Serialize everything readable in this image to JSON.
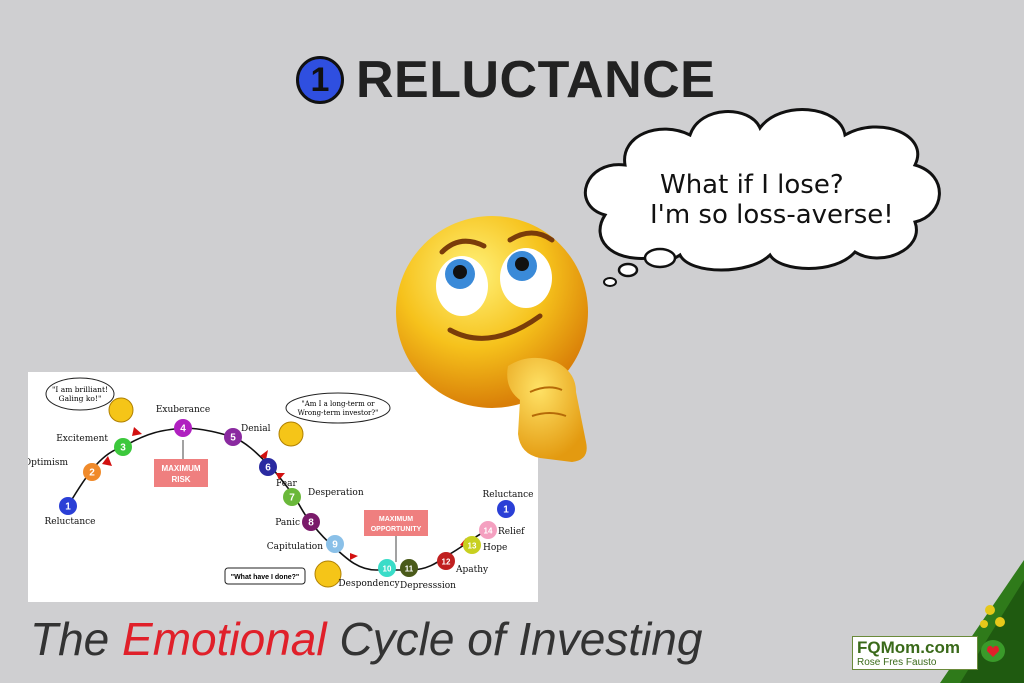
{
  "title": {
    "number": "1",
    "text": "RELUCTANCE"
  },
  "thought": {
    "line1": "What if I lose?",
    "line2": "I'm so loss-averse!"
  },
  "diagram": {
    "stages": [
      {
        "num": "1",
        "label": "Reluctance",
        "color": "#2a3fd6"
      },
      {
        "num": "2",
        "label": "Optimism",
        "color": "#f08a2a"
      },
      {
        "num": "3",
        "label": "Excitement",
        "color": "#3cc83c"
      },
      {
        "num": "4",
        "label": "Exuberance",
        "color": "#b020c0"
      },
      {
        "num": "5",
        "label": "Denial",
        "color": "#8a2aa0"
      },
      {
        "num": "6",
        "label": "Fear",
        "color": "#2a2aa0"
      },
      {
        "num": "7",
        "label": "Desperation",
        "color": "#6ab83a"
      },
      {
        "num": "8",
        "label": "Panic",
        "color": "#7a1a6a"
      },
      {
        "num": "9",
        "label": "Capitulation",
        "color": "#8ac0e8"
      },
      {
        "num": "10",
        "label": "Despondency",
        "color": "#3adcc8"
      },
      {
        "num": "11",
        "label": "Depresssion",
        "color": "#4a5a1a"
      },
      {
        "num": "12",
        "label": "Apathy",
        "color": "#c02020"
      },
      {
        "num": "13",
        "label": "Hope",
        "color": "#c8d020"
      },
      {
        "num": "14",
        "label": "Relief",
        "color": "#f4a0c0"
      },
      {
        "num": "1",
        "label": "Reluctance",
        "color": "#2a3fd6"
      }
    ],
    "max_risk": {
      "line1": "MAXIMUM",
      "line2": "RISK"
    },
    "max_opportunity": {
      "line1": "MAXIMUM",
      "line2": "OPPORTUNITY"
    },
    "bubble_brilliant": {
      "line1": "\"I am brilliant!",
      "line2": "Galing ko!\""
    },
    "bubble_investor": {
      "line1": "\"Am I a long-term or",
      "line2": "Wrong-term investor?\""
    },
    "bubble_done": "\"What have I done?\""
  },
  "tagline": {
    "pre": "The ",
    "emph": "Emotional",
    "post": " Cycle of Investing"
  },
  "brand": {
    "name": "FQMom.com",
    "sub": "Rose Fres Fausto"
  },
  "colors": {
    "background": "#cfcfd1",
    "accent_red": "#e0202a",
    "title_blue": "#2f4fe0",
    "brand_green": "#3a8a1a"
  }
}
